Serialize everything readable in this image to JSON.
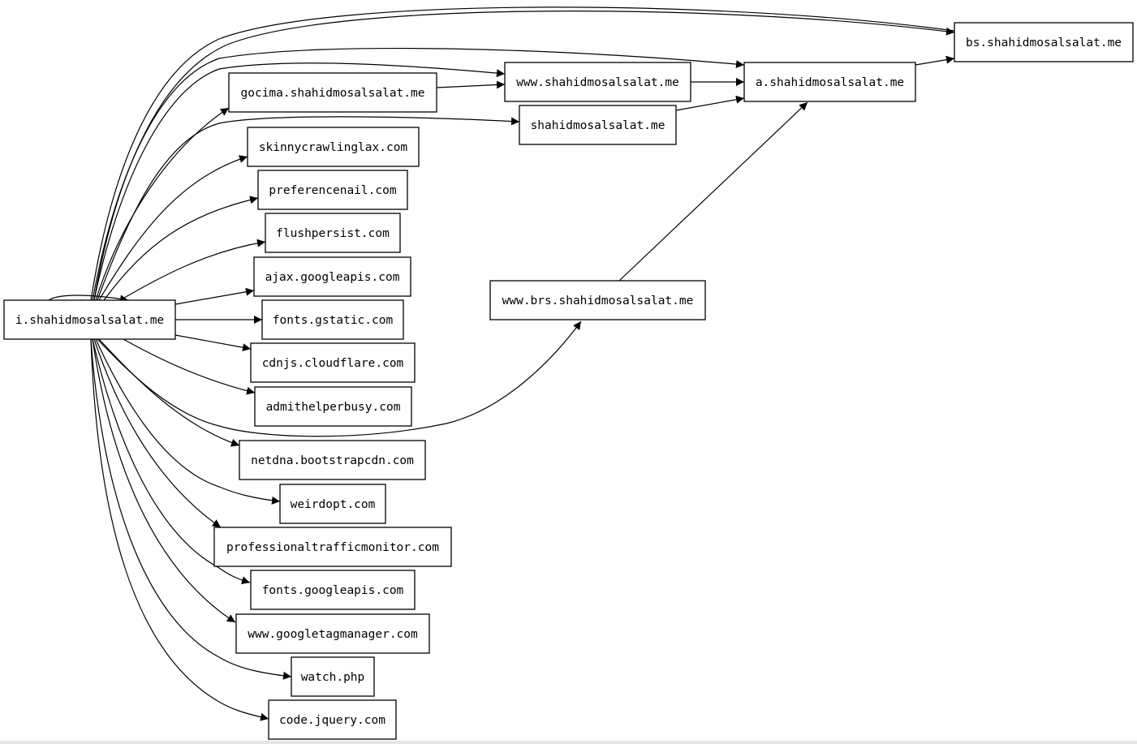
{
  "graph": {
    "nodes": {
      "i": "i.shahidmosalsalat.me",
      "gocima": "gocima.shahidmosalsalat.me",
      "skinny": "skinnycrawlinglax.com",
      "preference": "preferencenail.com",
      "flush": "flushpersist.com",
      "ajax": "ajax.googleapis.com",
      "gstatic": "fonts.gstatic.com",
      "cdnjs": "cdnjs.cloudflare.com",
      "admit": "admithelperbusy.com",
      "netdna": "netdna.bootstrapcdn.com",
      "weird": "weirdopt.com",
      "ptm": "professionaltrafficmonitor.com",
      "gapis": "fonts.googleapis.com",
      "gtm": "www.googletagmanager.com",
      "watch": "watch.php",
      "jquery": "code.jquery.com",
      "www": "www.shahidmosalsalat.me",
      "root": "shahidmosalsalat.me",
      "brs": "www.brs.shahidmosalsalat.me",
      "a": "a.shahidmosalsalat.me",
      "bs": "bs.shahidmosalsalat.me"
    },
    "edges": [
      [
        "i",
        "i"
      ],
      [
        "i",
        "bs"
      ],
      [
        "i",
        "a"
      ],
      [
        "i",
        "www"
      ],
      [
        "i",
        "gocima"
      ],
      [
        "i",
        "root"
      ],
      [
        "i",
        "skinny"
      ],
      [
        "i",
        "preference"
      ],
      [
        "i",
        "flush"
      ],
      [
        "i",
        "ajax"
      ],
      [
        "i",
        "gstatic"
      ],
      [
        "i",
        "cdnjs"
      ],
      [
        "i",
        "admit"
      ],
      [
        "i",
        "brs"
      ],
      [
        "i",
        "netdna"
      ],
      [
        "i",
        "weird"
      ],
      [
        "i",
        "ptm"
      ],
      [
        "i",
        "gapis"
      ],
      [
        "i",
        "gtm"
      ],
      [
        "i",
        "watch"
      ],
      [
        "i",
        "jquery"
      ],
      [
        "gocima",
        "www"
      ],
      [
        "www",
        "a"
      ],
      [
        "root",
        "a"
      ],
      [
        "brs",
        "a"
      ],
      [
        "a",
        "bs"
      ]
    ]
  }
}
